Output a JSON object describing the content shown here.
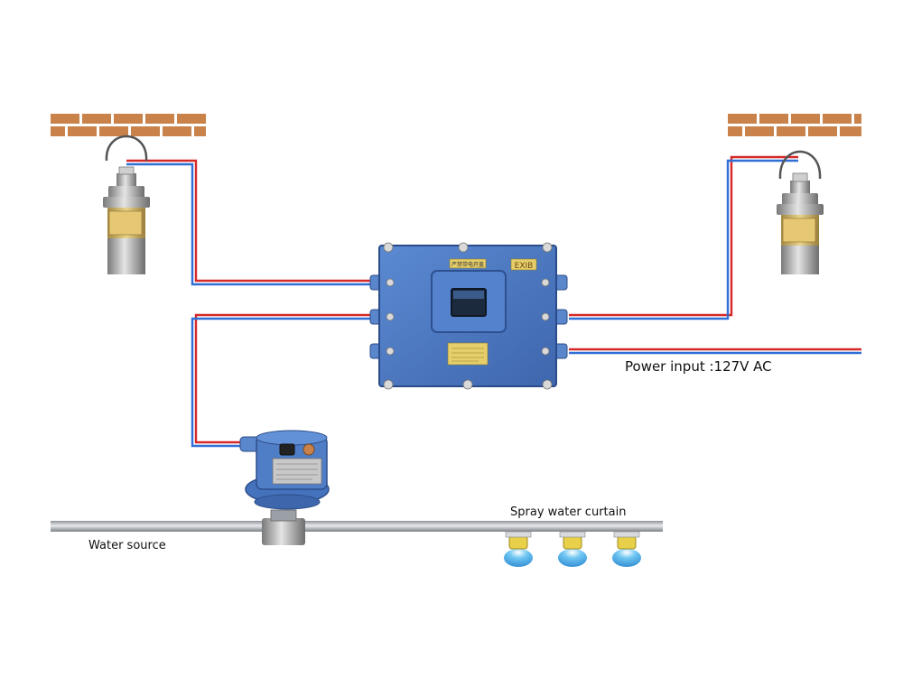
{
  "labels": {
    "power_input": "Power input :127V AC",
    "spray_curtain": "Spray water curtain",
    "water_source": "Water source"
  },
  "control_box": {
    "nameplate_text": "EXIB",
    "top_tag_text": "严禁带电开盖"
  },
  "icons": [
    "brick-wall",
    "sensor",
    "junction-box",
    "solenoid-valve",
    "spray-nozzle",
    "water-pipe"
  ],
  "colors": {
    "box_blue": "#4a78c0",
    "wire_red": "#d62828",
    "wire_blue": "#2f6fd6",
    "brick": "#c9824a",
    "pipe": "#b8bcc2",
    "nozzle": "#e8d04a",
    "spray": "#39a8e8"
  }
}
